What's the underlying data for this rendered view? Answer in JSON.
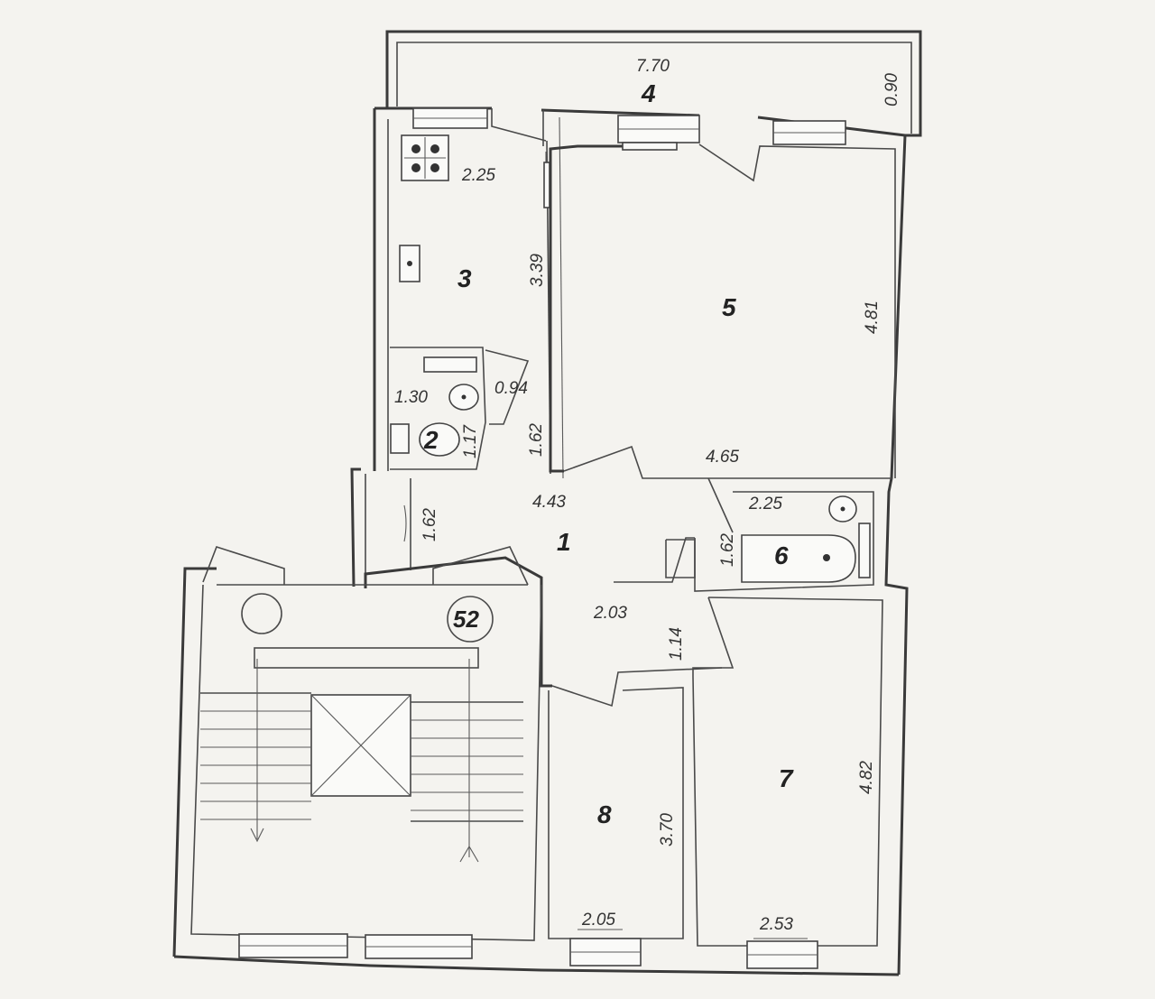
{
  "rooms": {
    "r1": "1",
    "r2": "2",
    "r3": "3",
    "r4": "4",
    "r5": "5",
    "r6": "6",
    "r7": "7",
    "r8": "8"
  },
  "stairwell_badge": "52",
  "dimensions": {
    "balcony_length": "7.70",
    "balcony_depth": "0.90",
    "kitchen_top": "2.25",
    "kitchen_side": "3.39",
    "toilet_width": "1.30",
    "toilet_depth": "1.17",
    "closet_width": "0.94",
    "hall_upper_side": "1.62",
    "room5_side": "4.81",
    "room5_width": "4.65",
    "hall_length": "4.43",
    "bath_width": "2.25",
    "bath_side": "1.62",
    "hall_left_side": "1.62",
    "hall_lower": "2.03",
    "hall_lower_side": "1.14",
    "room8_side": "3.70",
    "room8_width": "2.05",
    "room7_side": "4.82",
    "room7_width": "2.53"
  }
}
